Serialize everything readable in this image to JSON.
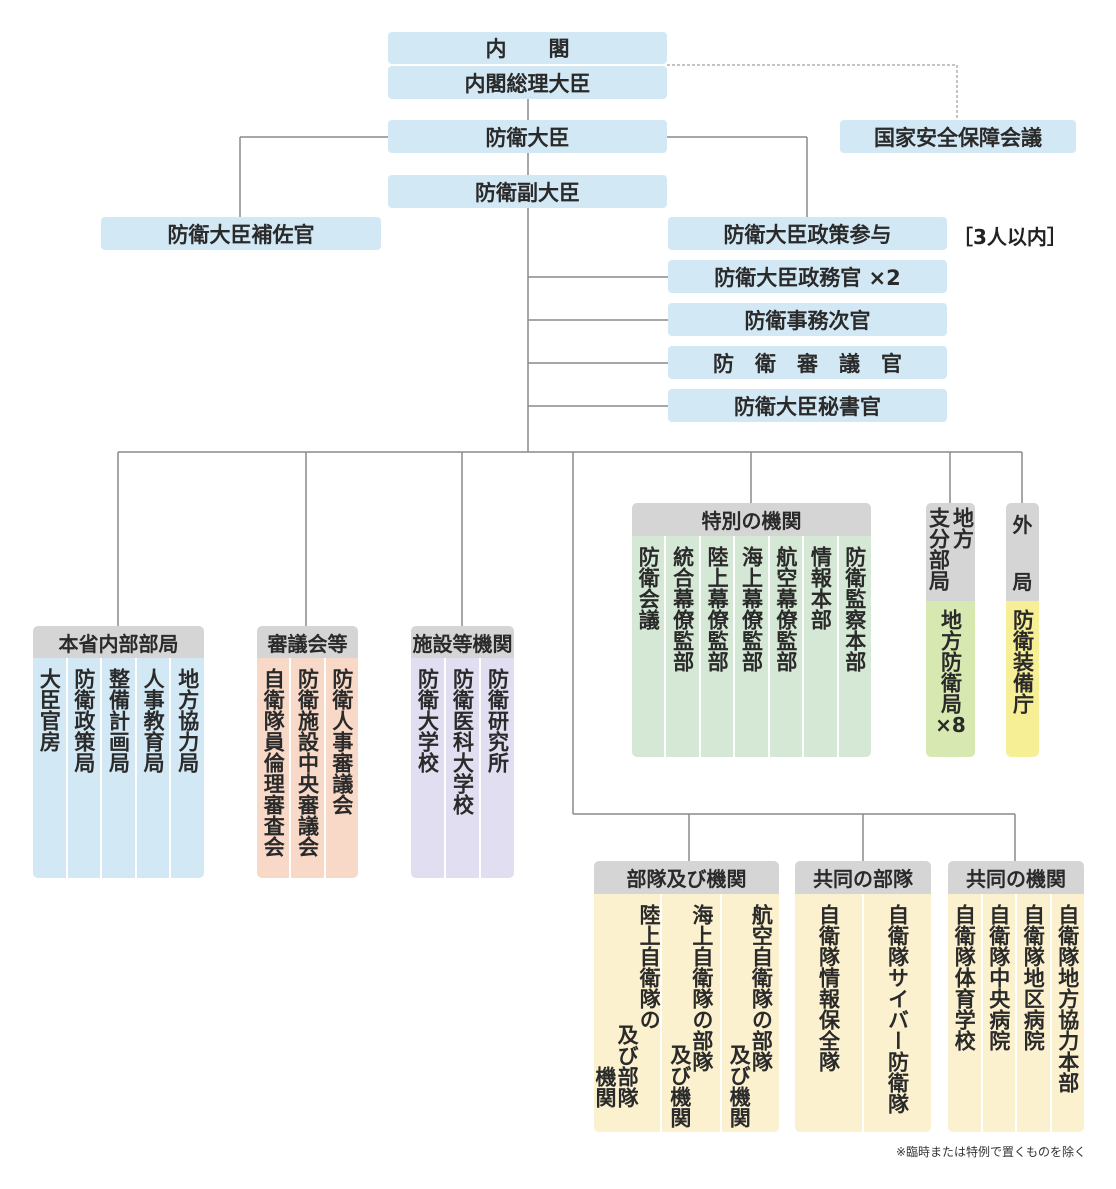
{
  "top": {
    "cabinet": "内　　閣",
    "prime_minister": "内閣総理大臣",
    "nsc": "国家安全保障会議",
    "minister": "防衛大臣",
    "vice_minister": "防衛副大臣",
    "aide": "防衛大臣補佐官",
    "policy_advisor": "防衛大臣政策参与",
    "policy_advisor_note": "［3人以内］",
    "parliamentary_vice": "防衛大臣政務官 ×2",
    "vice_minister_admin": "防衛事務次官",
    "councillor": "防　衛　審　議　官",
    "secretary": "防衛大臣秘書官"
  },
  "groups": {
    "internal": {
      "title": "本省内部部局",
      "items": [
        "大臣官房",
        "防衛政策局",
        "整備計画局",
        "人事教育局",
        "地方協力局"
      ]
    },
    "councils": {
      "title": "審議会等",
      "items": [
        "自衛隊員倫理審査会",
        "防衛施設中央審議会",
        "防衛人事審議会"
      ]
    },
    "facilities": {
      "title": "施設等機関",
      "items": [
        "防衛大学校",
        "防衛医科大学校",
        "防衛研究所"
      ]
    },
    "special": {
      "title": "特別の機関",
      "items": [
        "防衛会議",
        "統合幕僚監部",
        "陸上幕僚監部",
        "海上幕僚監部",
        "航空幕僚監部",
        "情報本部",
        "防衛監察本部"
      ]
    },
    "regional": {
      "title": "支分部局",
      "head_cols": [
        "地方",
        "支分部局"
      ],
      "item": "地方防衛局",
      "count": "×8"
    },
    "external": {
      "title": "外局",
      "head_cols": [
        "外",
        "局"
      ],
      "item": "防衛装備庁"
    },
    "units": {
      "title": "部隊及び機関",
      "items": [
        [
          "陸上自衛隊の",
          "及び部隊",
          "機関"
        ],
        [
          "海上自衛隊の部隊",
          "及び機関"
        ],
        [
          "航空自衛隊の部隊",
          "及び機関"
        ]
      ]
    },
    "joint_units": {
      "title": "共同の部隊",
      "items": [
        "自衛隊情報保全隊",
        "自衛隊サイバー防衛隊"
      ]
    },
    "joint_orgs": {
      "title": "共同の機関",
      "items": [
        "自衛隊体育学校",
        "自衛隊中央病院",
        "自衛隊地区病院",
        "自衛隊地方協力本部"
      ]
    }
  },
  "footnote": "※臨時または特例で置くものを除く",
  "colors": {
    "blue": "#d2e8f5",
    "salmon": "#f8d9c8",
    "lavender": "#e0def0",
    "green": "#d4e8d5",
    "light_green": "#d7e8b0",
    "yellow": "#f6ef95",
    "cream": "#fbf1cf",
    "header_gray": "#d5d5d5"
  }
}
